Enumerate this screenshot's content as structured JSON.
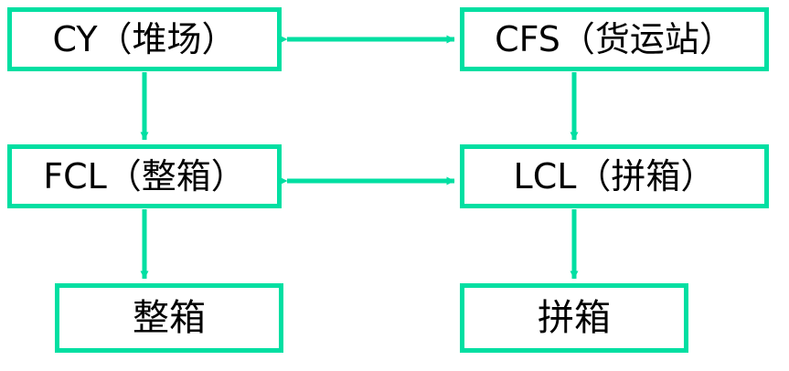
{
  "diagram": {
    "type": "flowchart",
    "title": "",
    "accent_color": "#00DFA2",
    "box_fill": "#FFFFFF",
    "text_color": "#000000",
    "nodes": [
      {
        "id": "cy",
        "label": "CY（堆场）",
        "row": 1,
        "col": "left"
      },
      {
        "id": "cfs",
        "label": "CFS（货运站）",
        "row": 1,
        "col": "right"
      },
      {
        "id": "fcl",
        "label": "FCL（整箱）",
        "row": 2,
        "col": "left"
      },
      {
        "id": "lcl",
        "label": "LCL（拼箱）",
        "row": 2,
        "col": "right"
      },
      {
        "id": "fcl_out",
        "label": "整箱",
        "row": 3,
        "col": "left"
      },
      {
        "id": "lcl_out",
        "label": "拼箱",
        "row": 3,
        "col": "right"
      }
    ],
    "edges": [
      {
        "from": "cy",
        "to": "cfs",
        "direction": "bidirectional",
        "orientation": "horizontal"
      },
      {
        "from": "fcl",
        "to": "lcl",
        "direction": "bidirectional",
        "orientation": "horizontal"
      },
      {
        "from": "cy",
        "to": "fcl",
        "direction": "down",
        "orientation": "vertical"
      },
      {
        "from": "cfs",
        "to": "lcl",
        "direction": "down",
        "orientation": "vertical"
      },
      {
        "from": "fcl",
        "to": "fcl_out",
        "direction": "down",
        "orientation": "vertical"
      },
      {
        "from": "lcl",
        "to": "lcl_out",
        "direction": "down",
        "orientation": "vertical"
      }
    ]
  }
}
